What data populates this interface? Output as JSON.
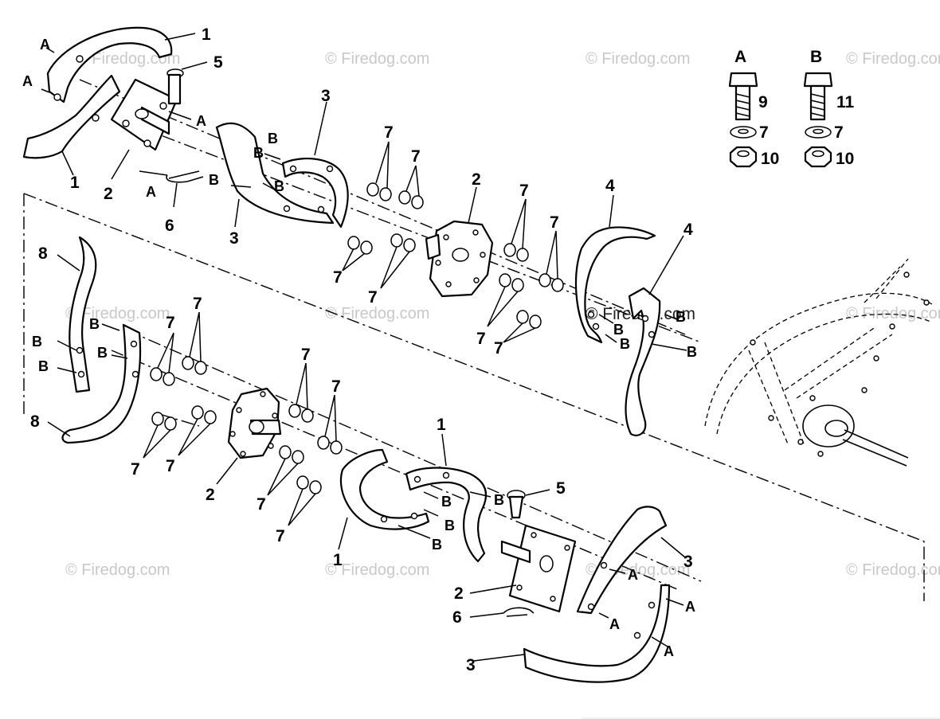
{
  "watermark": "© Firedog.com",
  "fastener_key": {
    "A": {
      "label": "A",
      "bolt": "9",
      "lockwasher": "7",
      "nut": "10"
    },
    "B": {
      "label": "B",
      "bolt": "11",
      "lockwasher": "7",
      "nut": "10"
    }
  },
  "callouts": {
    "one": "1",
    "two": "2",
    "three": "3",
    "four": "4",
    "five": "5",
    "six": "6",
    "seven": "7",
    "eight": "8",
    "a": "A",
    "b": "B"
  }
}
